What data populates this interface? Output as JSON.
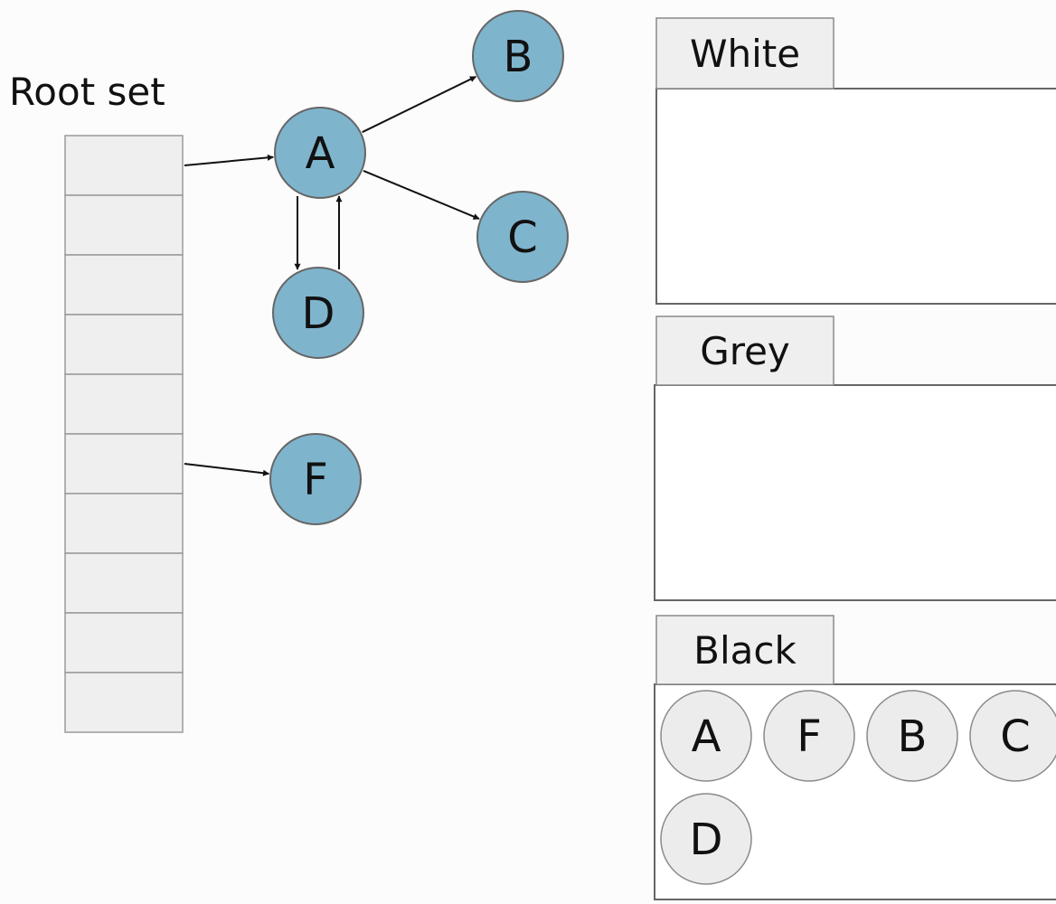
{
  "root_set": {
    "label": "Root set",
    "slot_count": 10
  },
  "graph": {
    "nodes": [
      {
        "id": "A",
        "label": "A"
      },
      {
        "id": "B",
        "label": "B"
      },
      {
        "id": "C",
        "label": "C"
      },
      {
        "id": "D",
        "label": "D"
      },
      {
        "id": "F",
        "label": "F"
      }
    ],
    "edges": [
      {
        "from": "root-slot-0",
        "to": "A"
      },
      {
        "from": "root-slot-5",
        "to": "F"
      },
      {
        "from": "A",
        "to": "B"
      },
      {
        "from": "A",
        "to": "C"
      },
      {
        "from": "A",
        "to": "D"
      },
      {
        "from": "D",
        "to": "A"
      }
    ]
  },
  "sets": [
    {
      "id": "white",
      "label": "White",
      "members": []
    },
    {
      "id": "grey",
      "label": "Grey",
      "members": []
    },
    {
      "id": "black",
      "label": "Black",
      "members": [
        "A",
        "F",
        "B",
        "C",
        "D"
      ]
    }
  ],
  "colors": {
    "node_fill": "#7fb4cd",
    "member_fill": "#ececec",
    "tab_fill": "#efefef",
    "slot_fill": "#efefef",
    "stroke": "#666666",
    "text": "#111111",
    "background": "#fcfcfc"
  }
}
